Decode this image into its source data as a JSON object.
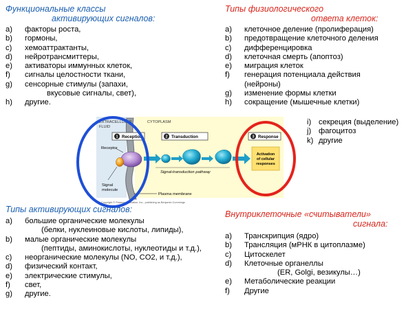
{
  "top_left": {
    "title1": "Функциональные классы",
    "title2": "активирующих сигналов:",
    "items": [
      {
        "k": "a)",
        "t": "факторы роста,"
      },
      {
        "k": "b)",
        "t": "гормоны,"
      },
      {
        "k": "c)",
        "t": "хемоаттрактанты,"
      },
      {
        "k": "d)",
        "t": "нейротрансмиттеры,"
      },
      {
        "k": "e)",
        "t": "активаторы иммунных клеток,"
      },
      {
        "k": "f)",
        "t": "сигналы целостности ткани,"
      },
      {
        "k": "g)",
        "t": "сенсорные стимулы (запахи,"
      }
    ],
    "cont": "вкусовые сигналы, свет),",
    "last": {
      "k": "h)",
      "t": "другие."
    }
  },
  "top_right": {
    "title1": "Типы физиологического",
    "title2": "ответа клеток:",
    "items": [
      {
        "k": "a)",
        "t": "клеточное деление (пролиферация)"
      },
      {
        "k": "b)",
        "t": "предотвращение клеточного деления"
      },
      {
        "k": "c)",
        "t": "дифференцировка"
      },
      {
        "k": "d)",
        "t": "клеточная смерть (апоптоз)"
      },
      {
        "k": "e)",
        "t": "миграция клеток"
      },
      {
        "k": "f)",
        "t": "генерация потенциала действия"
      }
    ],
    "cont": "(нейроны)",
    "items2": [
      {
        "k": "g)",
        "t": "изменение формы клетки"
      },
      {
        "k": "h)",
        "t": "сокращение (мышечные клетки)"
      }
    ],
    "sub": [
      {
        "k": "i)",
        "t": "секреция (выделение)"
      },
      {
        "k": "j)",
        "t": "фагоцитоз"
      },
      {
        "k": "k)",
        "t": "другие"
      }
    ]
  },
  "diagram": {
    "extracellular_label": [
      "EXTRACELLULAR",
      "FLUID"
    ],
    "cytoplasm_label": "CYTOPLASM",
    "steps": [
      {
        "num": "1",
        "label": "Reception"
      },
      {
        "num": "2",
        "label": "Transduction"
      },
      {
        "num": "3",
        "label": "Response"
      }
    ],
    "receptor": "Receptor",
    "signal_molecule": [
      "Signal",
      "molecule"
    ],
    "pathway": "Signal-transduction pathway",
    "membrane": "Plasma membrane",
    "activation": [
      "Activation",
      "of cellular",
      "responses"
    ],
    "copyright": "Copyright © Pearson Education, Inc., publishing as Benjamin Cummings",
    "colors": {
      "blue_circle": "#1e4fd6",
      "red_circle": "#e4231c",
      "cyan": "#19a3c9",
      "yellow": "#fff8b0"
    }
  },
  "bottom_left": {
    "title": "Типы активирующих сигналов:",
    "items": [
      {
        "k": "a)",
        "t": "большие органические молекулы"
      },
      {
        "cont": "(белки, нуклеиновые кислоты, липиды),"
      },
      {
        "k": "b)",
        "t": "малые органические молекулы"
      },
      {
        "cont": "(пептиды, аминокислоты, нуклеотиды и т.д.),"
      },
      {
        "k": "c)",
        "t": "неорганические молекулы (NO, CO2, и т.д.),"
      },
      {
        "k": "d)",
        "t": "физический контакт,"
      },
      {
        "k": "e)",
        "t": "электрические стимулы,"
      },
      {
        "k": "f)",
        "t": "свет,"
      },
      {
        "k": "g)",
        "t": "другие."
      }
    ]
  },
  "bottom_right": {
    "title1": "Внутриклеточные «считыватели»",
    "title2": "сигнала:",
    "items": [
      {
        "k": "a)",
        "t": "Транскрипция (ядро)"
      },
      {
        "k": "b)",
        "t": "Трансляция (мРНК в цитоплазме)"
      },
      {
        "k": "c)",
        "t": "Цитоскелет"
      },
      {
        "k": "d)",
        "t": "Клеточные органеллы"
      }
    ],
    "cont": "(ER, Golgi, везикулы…)",
    "items2": [
      {
        "k": "e)",
        "t": "Метаболические реакции"
      },
      {
        "k": "f)",
        "t": "Другие"
      }
    ]
  }
}
